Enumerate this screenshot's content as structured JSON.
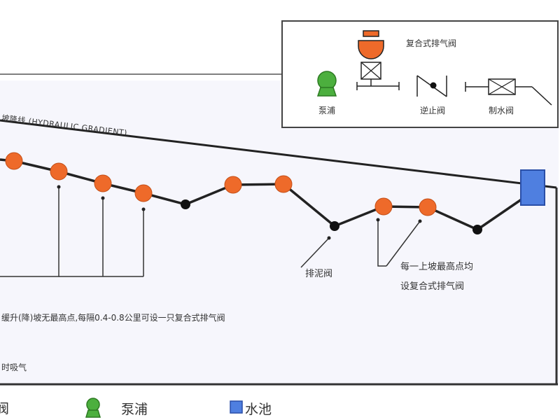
{
  "hydraulic_gradient_label": "坡降线 (HYDRAULIC GRADIENT)",
  "inset_legend": {
    "combo_valve_label": "复合式排气阀",
    "pump_label": "泵浦",
    "check_valve_label": "逆止阀",
    "gate_valve_label": "制水阀"
  },
  "callouts": {
    "drain_valve": "排泥阀",
    "high_point_line1": "每一上坡最高点均",
    "high_point_line2": "设复合式排气阀"
  },
  "notes": {
    "note1": "缓升(降)坡无最高点,每隔0.4-0.8公里可设一只复合式排气阀",
    "note2": "时吸气"
  },
  "bottom_legend": {
    "left_fragment": "阀",
    "pump_label": "泵浦",
    "tank_label": "水池"
  },
  "colors": {
    "air_valve": "#ee6a2a",
    "pump": "#4caf3e",
    "tank": "#4f7fe0",
    "drain_point": "#111111",
    "line": "#222222",
    "panel_bg": "#f6f6fc"
  }
}
